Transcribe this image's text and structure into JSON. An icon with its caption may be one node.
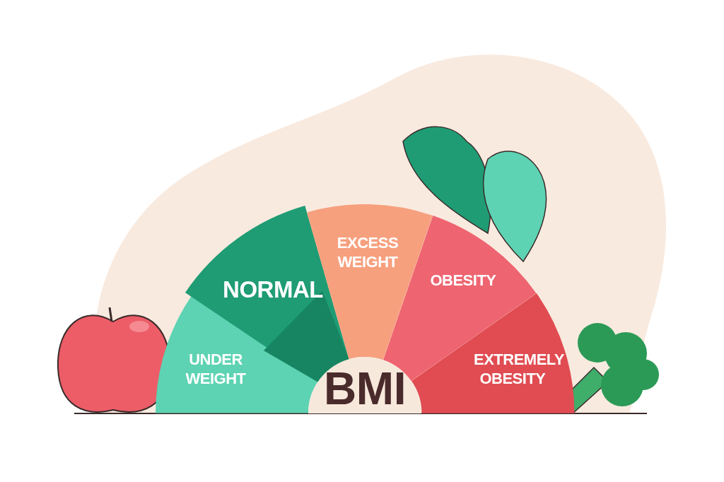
{
  "diagram": {
    "nodes": [
      {
        "text": [
          "UNDER WEIGHT"
        ]
      },
      {
        "text": [
          "NORMAL"
        ]
      },
      {
        "text": [
          "EXCESS WEIGHT"
        ]
      },
      {
        "text": [
          "OBESITY"
        ]
      },
      {
        "text": [
          "EXTREMELY OBESITY"
        ]
      },
      {
        "text": [
          "BMI"
        ]
      }
    ],
    "edges": []
  }
}
